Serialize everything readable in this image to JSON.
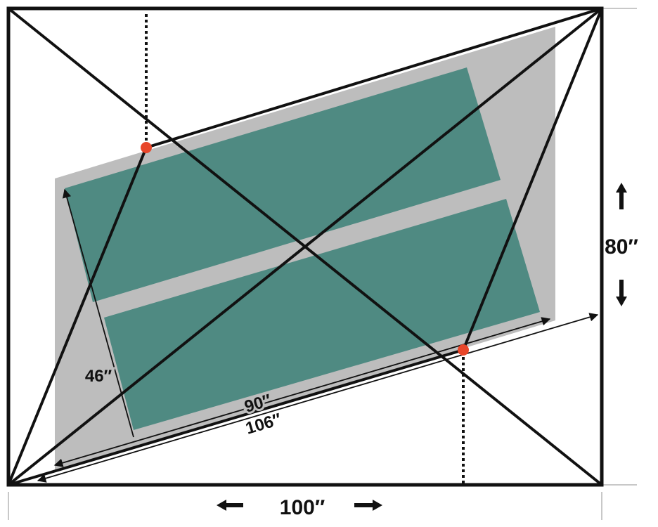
{
  "diagram": {
    "labels": {
      "width": "100″",
      "height": "80″",
      "diagonal_outer": "106″",
      "diagonal_inner": "90″",
      "depth": "46″"
    },
    "colors": {
      "background": "#ffffff",
      "frame": "#111111",
      "gray_region": "#bdbdbd",
      "panel": "#4f8a82",
      "intersection_dot": "#e8462a",
      "guide": "#c8c8c8"
    }
  }
}
